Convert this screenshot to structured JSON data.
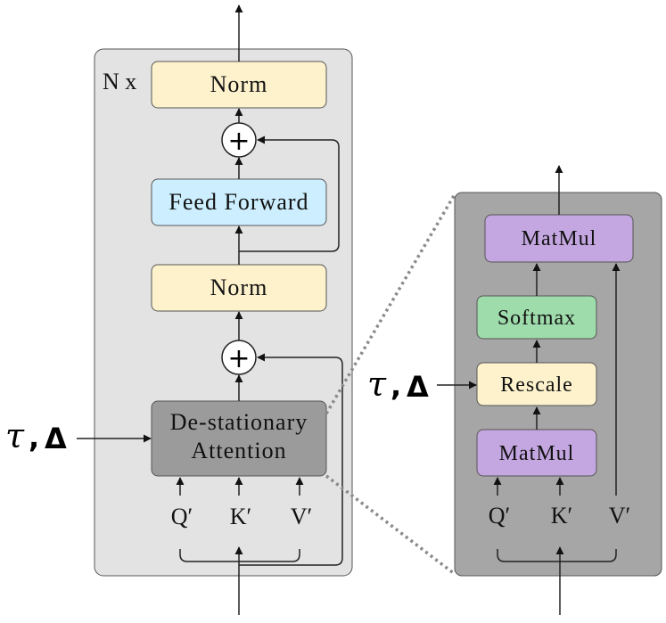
{
  "colors": {
    "encoder_panel": "#e3e3e3",
    "attention_panel": "#a6a6a6",
    "norm_box": "#fdf2cc",
    "feed_forward_box": "#cceefe",
    "destationary_box": "#9b9b9b",
    "matmul_box": "#c4a6e0",
    "softmax_box": "#9fdcac",
    "rescale_box": "#fdf2cc",
    "zoom_dotted_line": "#8a8a8a"
  },
  "encoder": {
    "repeat_label": "N x",
    "norm_top_label": "Norm",
    "feed_forward_label": "Feed Forward",
    "norm_bottom_label": "Norm",
    "attention_line1": "De-stationary",
    "attention_line2": "Attention",
    "inputs": [
      "Q′",
      "K′",
      "V′"
    ],
    "add_symbol": "+"
  },
  "side_input": {
    "tau": "τ",
    "comma": ",",
    "delta": "Δ"
  },
  "attention_detail": {
    "matmul_top_label": "MatMul",
    "softmax_label": "Softmax",
    "rescale_label": "Rescale",
    "matmul_bottom_label": "MatMul",
    "inputs": [
      "Q′",
      "K′",
      "V′"
    ]
  },
  "icons": {
    "add_node": "circled-plus-icon",
    "arrow": "arrow-icon"
  }
}
